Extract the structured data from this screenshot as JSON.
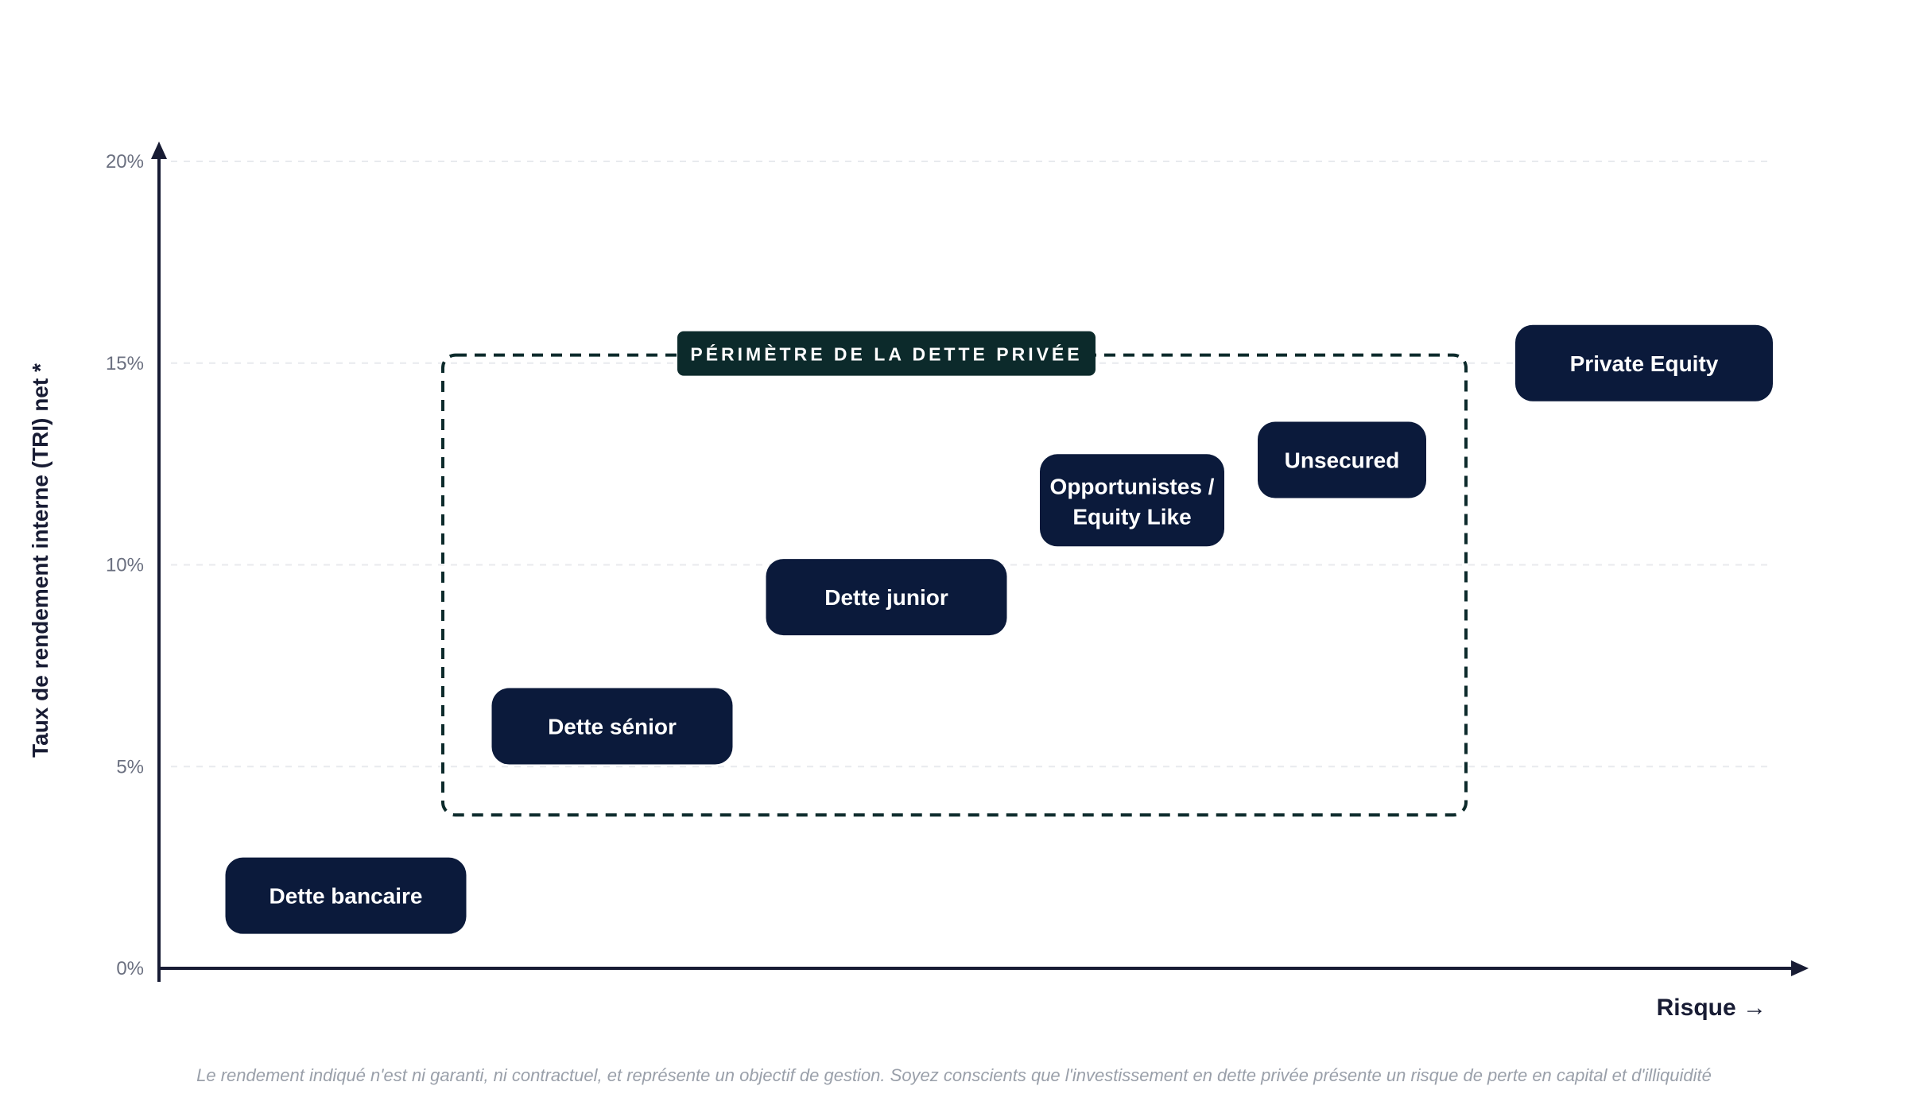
{
  "chart_data": {
    "type": "scatter",
    "title": "",
    "xlabel": "Risque →",
    "ylabel": "Taux de rendement interne (TRI) net *",
    "ylim": [
      0,
      20
    ],
    "yticks": [
      0,
      5,
      10,
      15,
      20
    ],
    "ytick_suffix": "%",
    "grid": true,
    "points": [
      {
        "label": "Dette bancaire",
        "risk": 1,
        "y": 1.8
      },
      {
        "label": "Dette sénior",
        "risk": 2,
        "y": 6.0
      },
      {
        "label": "Dette junior",
        "risk": 3,
        "y": 9.2
      },
      {
        "label": "Opportunistes / Equity Like",
        "risk": 4,
        "y": 11.6
      },
      {
        "label": "Unsecured",
        "risk": 5,
        "y": 12.6
      },
      {
        "label": "Private Equity",
        "risk": 6,
        "y": 15.0
      }
    ],
    "zone": {
      "label": "PÉRIMÈTRE DE LA DETTE PRIVÉE",
      "y_range": [
        3.8,
        15.2
      ]
    }
  },
  "colors": {
    "box": "#0b1a3b",
    "zone_tag": "#0c2a2b",
    "axis": "#181c34",
    "grid": "#e8eaee"
  },
  "disclaimer": "Le rendement indiqué n'est ni garanti, ni contractuel, et représente un objectif de gestion. Soyez conscients que l'investissement en dette privée présente un risque de perte en capital et d'illiquidité"
}
